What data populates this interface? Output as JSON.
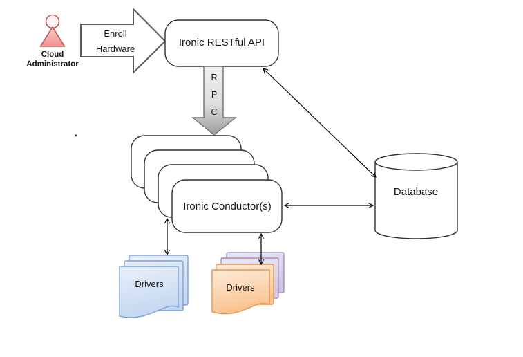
{
  "diagram": {
    "kind": "architecture-diagram",
    "actor": {
      "label_line1": "Cloud",
      "label_line2": "Administrator"
    },
    "enroll_arrow": {
      "label_line1": "Enroll",
      "label_line2": "Hardware"
    },
    "api": {
      "label": "Ironic RESTful API"
    },
    "rpc": {
      "letters": [
        "R",
        "P",
        "C"
      ]
    },
    "conductors": {
      "label": "Ironic Conductor(s)",
      "stacked_shapes": 4
    },
    "database": {
      "label": "Database"
    },
    "drivers_blue": {
      "label": "Drivers",
      "pages": 3
    },
    "drivers_orange": {
      "label": "Drivers",
      "orange_pages": 2,
      "purple_pages": 2
    },
    "stray_mark": "."
  },
  "colors": {
    "background": "#FFFFFF",
    "shape_outline": "#2F2F2F",
    "connector": "#000000",
    "actor_outline": "#BF4E4B",
    "actor_fill": "#F2A2A0",
    "block_arrow_outline": "#585858",
    "rpc_fill_top": "#F1F1F1",
    "rpc_fill_bottom": "#9C9C9C",
    "blue_page_border": "#7DA0CF",
    "blue_page_fill": "#C9DAF0",
    "orange_page_border": "#DD9A57",
    "orange_page_fill": "#FAC896",
    "purple_page_border": "#A391C5",
    "purple_page_fill": "#D8CCE6"
  }
}
